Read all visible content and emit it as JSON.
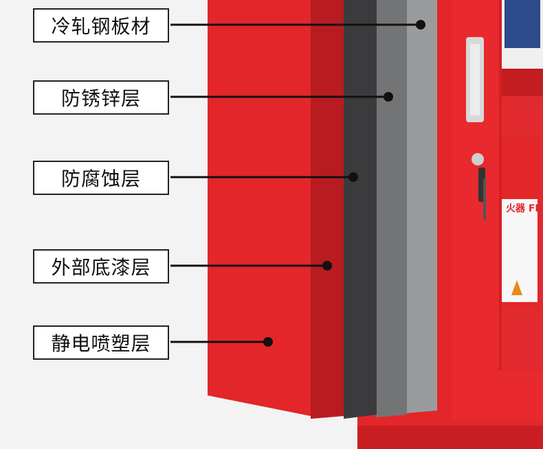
{
  "layers": [
    {
      "label": "冷轧钢板材"
    },
    {
      "label": "防锈锌层"
    },
    {
      "label": "防腐蚀层"
    },
    {
      "label": "外部底漆层"
    },
    {
      "label": "静电喷塑层"
    }
  ],
  "extinguisher": {
    "brand_text": "火器 FIRE"
  },
  "colors": {
    "red": "#e3262a",
    "dark_red": "#b91c20",
    "grey_dark": "#3b3b3d",
    "grey_mid": "#737476",
    "grey_light": "#9a9b9d",
    "label_border": "#222222"
  }
}
